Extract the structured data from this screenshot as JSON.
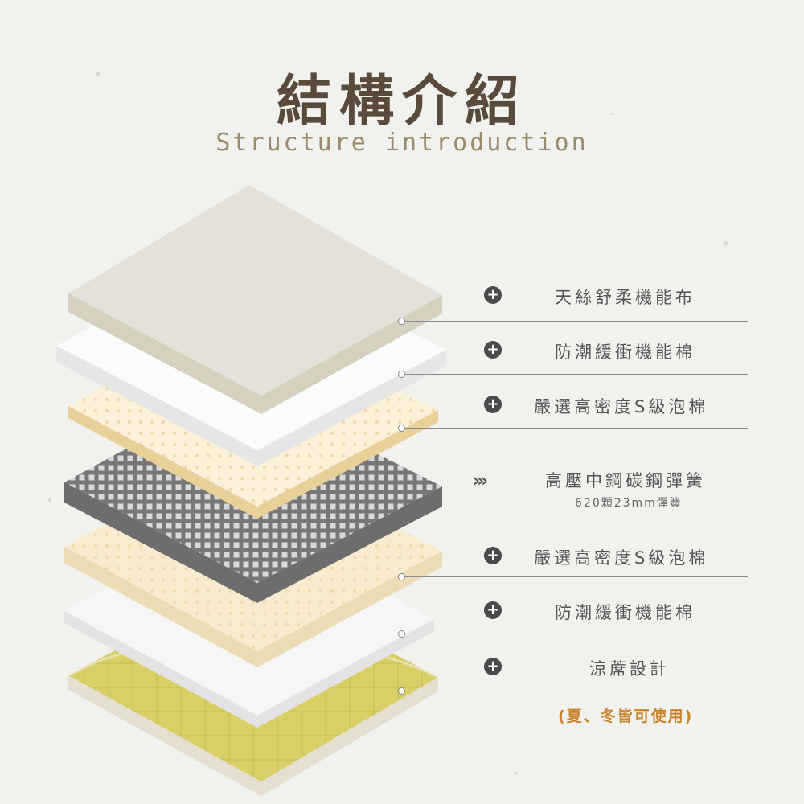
{
  "header": {
    "title": "結構介紹",
    "subtitle": "Structure introduction"
  },
  "layers": [
    {
      "label": "天絲舒柔機能布",
      "icon": "plus-icon",
      "color": "#e3e1d8"
    },
    {
      "label": "防潮緩衝機能棉",
      "icon": "plus-icon",
      "color": "#f7f7f7"
    },
    {
      "label": "嚴選高密度S級泡棉",
      "icon": "plus-icon",
      "color": "#f7e6c4"
    },
    {
      "label": "高壓中鋼碳鋼彈簧",
      "icon": "chevron-right-icon",
      "note": "620顆23mm彈簧",
      "color": "#7a7a7a"
    },
    {
      "label": "嚴選高密度S級泡棉",
      "icon": "plus-icon",
      "color": "#f8ebcf"
    },
    {
      "label": "防潮緩衝機能棉",
      "icon": "plus-icon",
      "color": "#f6f6f6"
    },
    {
      "label": "涼蓆設計",
      "icon": "plus-icon",
      "color": "#d8cf66"
    }
  ],
  "footer_note": "(夏、冬皆可使用)",
  "colors": {
    "title": "#5a4a3b",
    "subtitle": "#9c8a6c",
    "accent": "#c9852e"
  }
}
